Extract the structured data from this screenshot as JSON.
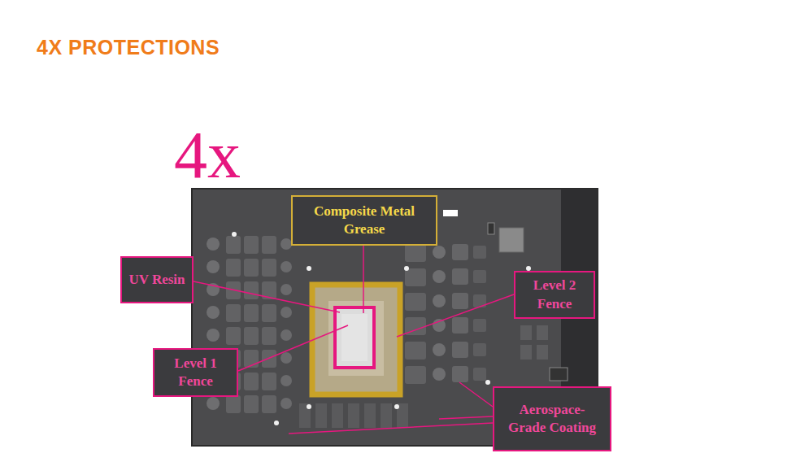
{
  "diagram": {
    "title": "4X PROTECTIONS",
    "nodes": [
      {
        "text": [
          "Composite Metal Grease"
        ]
      },
      {
        "text": [
          "UV Resin"
        ]
      },
      {
        "text": [
          "Level 2 Fence"
        ]
      },
      {
        "text": [
          "Level 1 Fence"
        ]
      },
      {
        "text": [
          "Aerospace-Grade Coating"
        ]
      }
    ],
    "labels": [
      "4x"
    ]
  }
}
